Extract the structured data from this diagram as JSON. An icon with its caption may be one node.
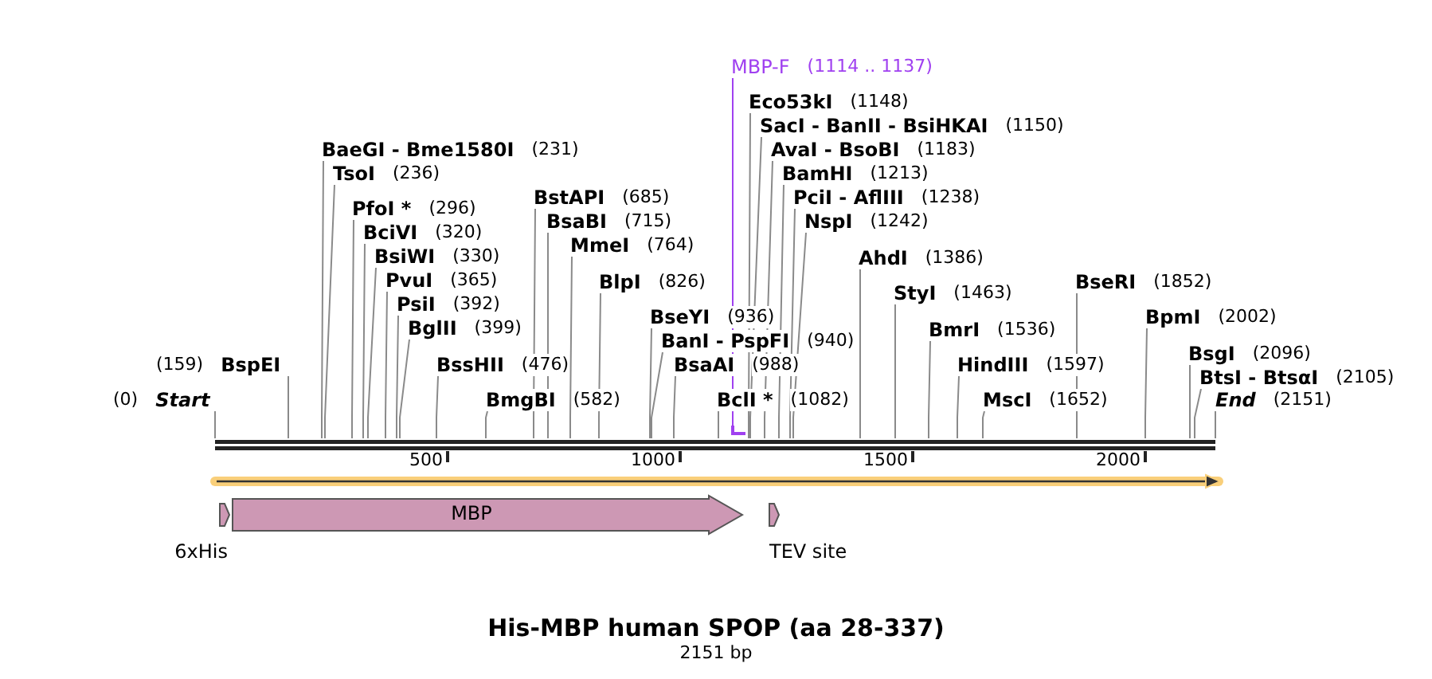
{
  "diagram": {
    "title": "His-MBP human SPOP (aa 28-337)",
    "caption": "2151 bp",
    "nodes": [
      {
        "text": [
          "MBP-F",
          "(1114 .. 1137)"
        ]
      },
      {
        "text": [
          "Eco53kI",
          "(1148)"
        ]
      },
      {
        "text": [
          "SacI - BanII - BsiHKAI",
          "(1150)"
        ]
      },
      {
        "text": [
          "AvaI - BsoBI",
          "(1183)"
        ]
      },
      {
        "text": [
          "BaeGI - Bme1580I",
          "(231)"
        ]
      },
      {
        "text": [
          "BamHI",
          "(1213)"
        ]
      },
      {
        "text": [
          "TsoI",
          "(236)"
        ]
      },
      {
        "text": [
          "BstAPI",
          "(685)"
        ]
      },
      {
        "text": [
          "PciI - AflIII",
          "(1238)"
        ]
      },
      {
        "text": [
          "PfoI *",
          "(296)"
        ]
      },
      {
        "text": [
          "BsaBI",
          "(715)"
        ]
      },
      {
        "text": [
          "NspI",
          "(1242)"
        ]
      },
      {
        "text": [
          "BciVI",
          "(320)"
        ]
      },
      {
        "text": [
          "MmeI",
          "(764)"
        ]
      },
      {
        "text": [
          "BsiWI",
          "(330)"
        ]
      },
      {
        "text": [
          "AhdI",
          "(1386)"
        ]
      },
      {
        "text": [
          "PvuI",
          "(365)"
        ]
      },
      {
        "text": [
          "BlpI",
          "(826)"
        ]
      },
      {
        "text": [
          "BseRI",
          "(1852)"
        ]
      },
      {
        "text": [
          "StyI",
          "(1463)"
        ]
      },
      {
        "text": [
          "PsiI",
          "(392)"
        ]
      },
      {
        "text": [
          "BseYI",
          "(936)"
        ]
      },
      {
        "text": [
          "BpmI",
          "(2002)"
        ]
      },
      {
        "text": [
          "BglII",
          "(399)"
        ]
      },
      {
        "text": [
          "BmrI",
          "(1536)"
        ]
      },
      {
        "text": [
          "BanI - PspFI",
          "(940)"
        ]
      },
      {
        "text": [
          "BsgI",
          "(2096)"
        ]
      },
      {
        "text": [
          "(159)",
          "BspEI"
        ]
      },
      {
        "text": [
          "BssHII",
          "(476)"
        ]
      },
      {
        "text": [
          "BsaAI",
          "(988)"
        ]
      },
      {
        "text": [
          "HindIII",
          "(1597)"
        ]
      },
      {
        "text": [
          "BtsI - BtsαI",
          "(2105)"
        ]
      },
      {
        "text": [
          "(0)",
          "Start"
        ]
      },
      {
        "text": [
          "BmgBI",
          "(582)"
        ]
      },
      {
        "text": [
          "BclI *",
          "(1082)"
        ]
      },
      {
        "text": [
          "MscI",
          "(1652)"
        ]
      },
      {
        "text": [
          "End",
          "(2151)"
        ]
      },
      {
        "text": [],
        "shape": "bar"
      },
      {
        "text": [],
        "shape": "bar"
      },
      {
        "text": [],
        "shape": "arrow"
      },
      {
        "text": [
          "6xHis"
        ]
      },
      {
        "text": [
          "MBP"
        ]
      },
      {
        "text": [
          "TEV site"
        ]
      }
    ],
    "edges": [
      {
        "from": 0,
        "to": 37,
        "arrow": "none",
        "color": "#a040f0"
      },
      {
        "from": 1,
        "to": 38,
        "arrow": "none"
      },
      {
        "from": 2,
        "to": 38,
        "arrow": "none"
      },
      {
        "from": 3,
        "to": 38,
        "arrow": "none"
      },
      {
        "from": 4,
        "to": 38,
        "arrow": "none"
      },
      {
        "from": 5,
        "to": 38,
        "arrow": "none"
      },
      {
        "from": 6,
        "to": 38,
        "arrow": "none"
      },
      {
        "from": 7,
        "to": 38,
        "arrow": "none"
      },
      {
        "from": 8,
        "to": 38,
        "arrow": "none"
      },
      {
        "from": 9,
        "to": 38,
        "arrow": "none"
      },
      {
        "from": 10,
        "to": 38,
        "arrow": "none"
      },
      {
        "from": 11,
        "to": 38,
        "arrow": "none"
      },
      {
        "from": 12,
        "to": 38,
        "arrow": "none"
      },
      {
        "from": 13,
        "to": 38,
        "arrow": "none"
      },
      {
        "from": 14,
        "to": 38,
        "arrow": "none"
      },
      {
        "from": 15,
        "to": 38,
        "arrow": "none"
      },
      {
        "from": 16,
        "to": 38,
        "arrow": "none"
      },
      {
        "from": 17,
        "to": 38,
        "arrow": "none"
      },
      {
        "from": 18,
        "to": 38,
        "arrow": "none"
      },
      {
        "from": 19,
        "to": 38,
        "arrow": "none"
      },
      {
        "from": 20,
        "to": 38,
        "arrow": "none"
      },
      {
        "from": 21,
        "to": 38,
        "arrow": "none"
      },
      {
        "from": 22,
        "to": 38,
        "arrow": "none"
      },
      {
        "from": 23,
        "to": 38,
        "arrow": "none"
      },
      {
        "from": 24,
        "to": 38,
        "arrow": "none"
      },
      {
        "from": 25,
        "to": 38,
        "arrow": "none"
      },
      {
        "from": 26,
        "to": 38,
        "arrow": "none"
      },
      {
        "from": 27,
        "to": 38,
        "arrow": "none"
      },
      {
        "from": 28,
        "to": 38,
        "arrow": "none"
      },
      {
        "from": 29,
        "to": 38,
        "arrow": "none"
      },
      {
        "from": 30,
        "to": 38,
        "arrow": "none"
      },
      {
        "from": 31,
        "to": 38,
        "arrow": "none"
      },
      {
        "from": 32,
        "to": 38,
        "arrow": "none"
      },
      {
        "from": 33,
        "to": 38,
        "arrow": "none"
      },
      {
        "from": 34,
        "to": 38,
        "arrow": "none"
      },
      {
        "from": 35,
        "to": 38,
        "arrow": "none"
      },
      {
        "from": 36,
        "to": 38,
        "arrow": "none"
      }
    ],
    "labels": [
      "500",
      "1000",
      "1500",
      "2000"
    ]
  }
}
